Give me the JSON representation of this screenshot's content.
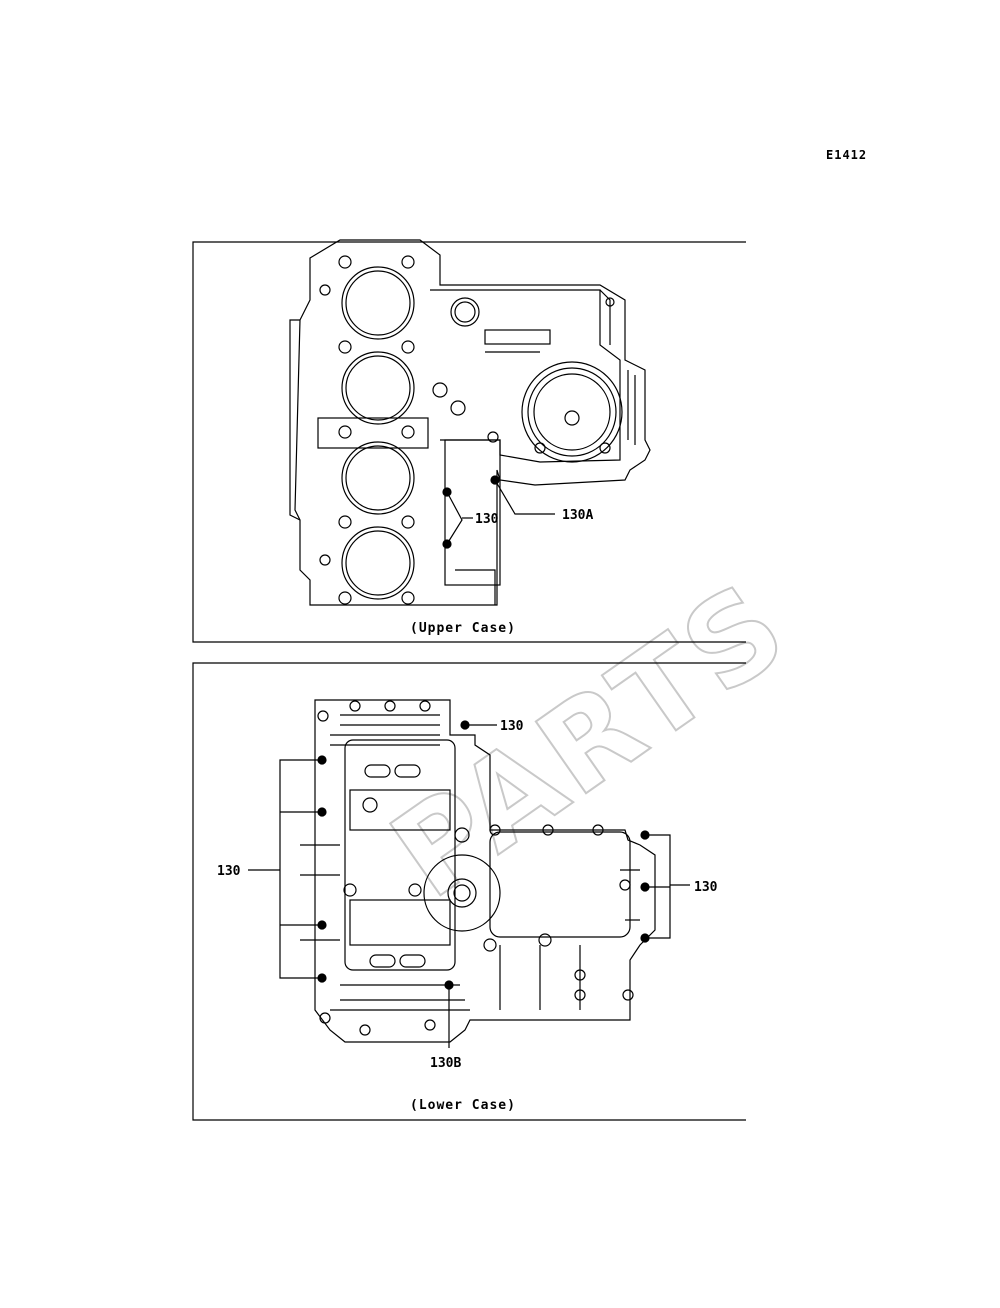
{
  "diagram_code": "E1412",
  "watermark": "PARTS",
  "upper_case": {
    "caption": "(Upper Case)",
    "callouts": [
      "130",
      "130A"
    ]
  },
  "lower_case": {
    "caption": "(Lower Case)",
    "callouts": [
      "130",
      "130",
      "130",
      "130B"
    ]
  }
}
